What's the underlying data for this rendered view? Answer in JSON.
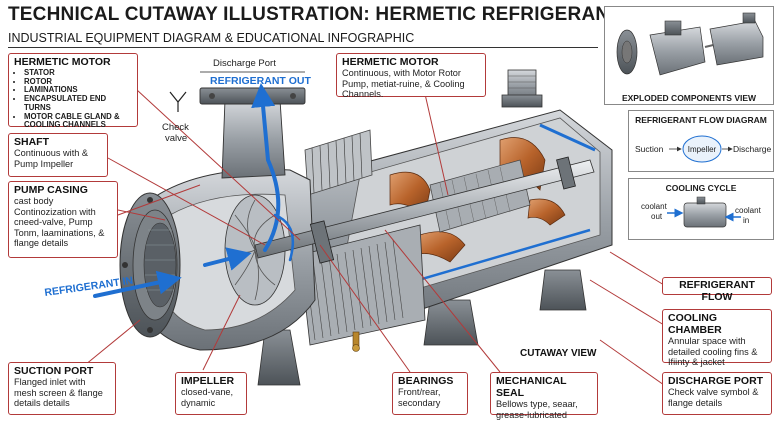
{
  "header": {
    "title": "TECHNICAL CUTAWAY ILLUSTRATION: HERMETIC REFRIGERANT PUMP",
    "subtitle": "INDUSTRIAL EQUIPMENT DIAGRAM & EDUCATIONAL INFOGRAPHIC"
  },
  "colors": {
    "callout_border": "#b23a3a",
    "refrigerant_blue": "#1f6fd1",
    "copper": "#b8632b",
    "steel": "#9aa0a6"
  },
  "callouts": {
    "hermetic_motor_left": {
      "title": "HERMETIC MOTOR",
      "items": [
        "STATOR",
        "ROTOR",
        "LAMINATIONS",
        "ENCAPSULATED END TURNS",
        "MOTOR CABLE GLAND & COOLING CHANNELS"
      ]
    },
    "shaft": {
      "title": "SHAFT",
      "text": "Continuous with & Pump Impeller"
    },
    "pump_casing": {
      "title": "PUMP CASING",
      "text_top": "cast body",
      "text": "Continozization with cneed-valve, Pump Tonm, laaminations, & flange details"
    },
    "suction_port": {
      "title": "SUCTION PORT",
      "text": "Flanged inlet with mesh screen & flange details details"
    },
    "impeller": {
      "title": "IMPELLER",
      "text": "closed-vane, dynamic"
    },
    "bearings": {
      "title": "BEARINGS",
      "text": "Front/rear, secondary"
    },
    "mechanical_seal": {
      "title": "MECHANICAL SEAL",
      "text": "Bellows type, seaar, grease-lubricated"
    },
    "hermetic_motor_top": {
      "title": "HERMETIC MOTOR",
      "text": "Continuous, with Motor Rotor Pump, metiat-ruine, & Cooling Channels."
    },
    "refrigerant_flow": {
      "title": "REFRIGERANT FLOW"
    },
    "cooling_chamber": {
      "title": "COOLING CHAMBER",
      "text": "Annular space with detailed cooling fins & Ifiinty & jacket"
    },
    "discharge_port": {
      "title": "DISCHARGE PORT",
      "text": "Check valve symbol & flange details"
    }
  },
  "labels": {
    "discharge_port_top": "Discharge Port",
    "refrigerant_out": "REFRIGERANT OUT",
    "refrigerant_in": "REFRIGERANT IN",
    "check_valve": [
      "Check",
      "valve"
    ],
    "cutaway_view": "CUTAWAY VIEW"
  },
  "panels": {
    "exploded": {
      "title": "EXPLODED COMPONENTS VIEW"
    },
    "flow_diagram": {
      "title": "REFRIGERANT FLOW DIAGRAM",
      "suction": "Suction",
      "impeller": "Impeller",
      "discharge": "Discharge"
    },
    "cooling_cycle": {
      "title": "COOLING CYCLE",
      "coolant_out": [
        "coolant",
        "out"
      ],
      "coolant_in": [
        "coolant",
        "in"
      ]
    }
  }
}
